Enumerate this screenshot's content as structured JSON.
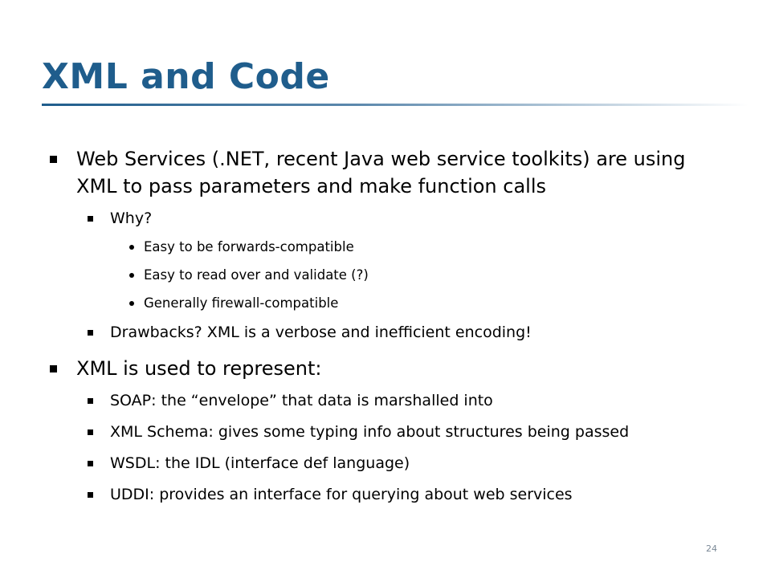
{
  "slide": {
    "title": "XML and Code",
    "page_number": "24",
    "accent_color": "#1f5d8c",
    "bullets": [
      {
        "text": "Web Services (.NET, recent Java web service toolkits) are using XML to pass parameters and make function calls",
        "children": [
          {
            "text": "Why?",
            "children": [
              "Easy to be forwards-compatible",
              "Easy to read over and validate (?)",
              "Generally firewall-compatible"
            ]
          },
          {
            "text": "Drawbacks?  XML is a verbose and inefficient encoding!"
          }
        ]
      },
      {
        "text": "XML is used to represent:",
        "children": [
          {
            "text": "SOAP:  the “envelope” that data is marshalled into"
          },
          {
            "text": "XML Schema:  gives some typing info about structures being passed"
          },
          {
            "text": "WSDL:  the IDL (interface def language)"
          },
          {
            "text": "UDDI:  provides an interface for querying about web services"
          }
        ]
      }
    ]
  }
}
